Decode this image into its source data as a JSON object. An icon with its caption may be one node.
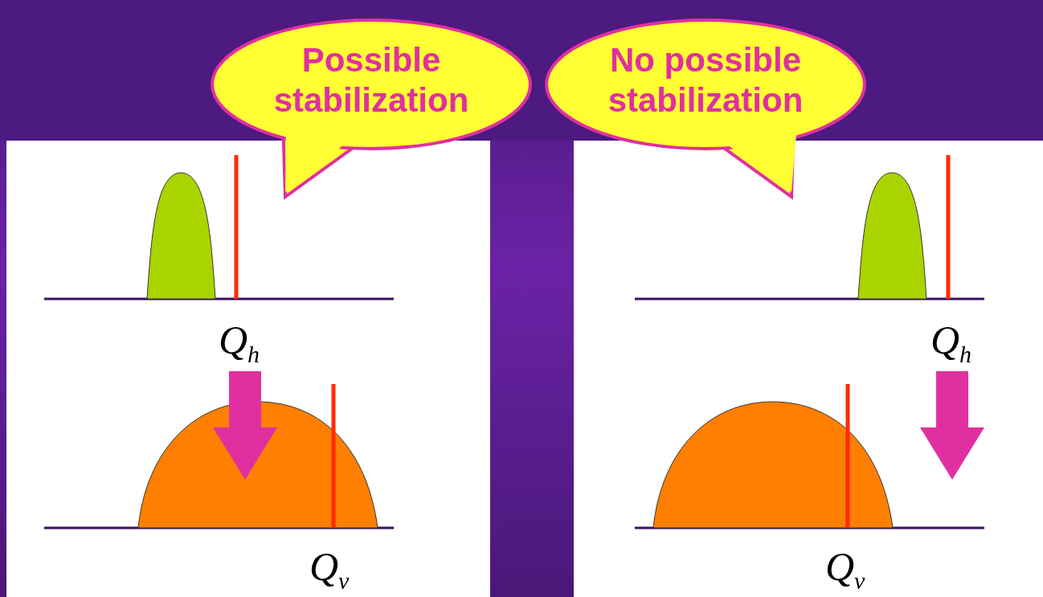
{
  "diagram": {
    "nodes": [
      {
        "text": [
          "Possible stabilization"
        ]
      },
      {
        "text": [
          "No possible stabilization"
        ]
      }
    ],
    "labels": [
      "Q$_{h}$",
      "Q$_{h}$",
      "Q$_{v}$",
      "Q$_{v}$"
    ]
  }
}
